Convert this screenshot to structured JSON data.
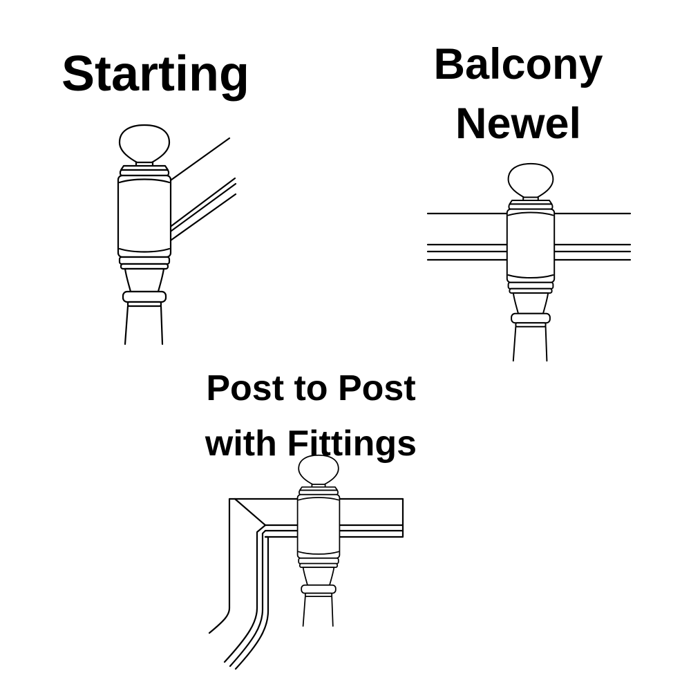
{
  "labels": {
    "starting": "Starting",
    "balcony_line1": "Balcony",
    "balcony_line2": "Newel",
    "post_line1": "Post to Post",
    "post_line2": "with Fittings"
  },
  "icons": {
    "newel_post": "newel-post-icon",
    "handrail": "handrail-icon"
  },
  "colors": {
    "ink": "#000000",
    "background": "#ffffff"
  }
}
